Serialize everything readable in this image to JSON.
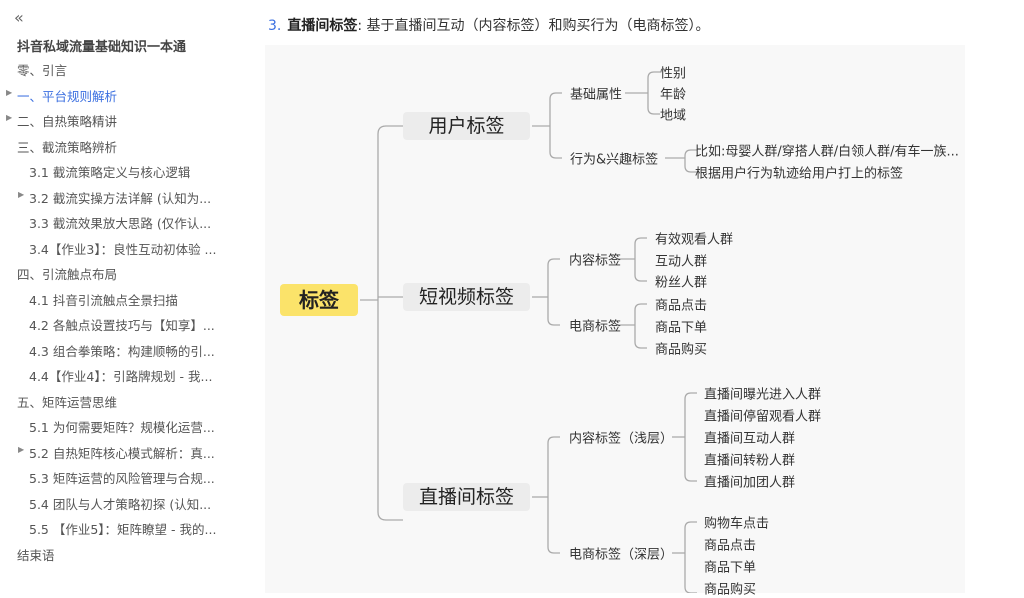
{
  "sidebar": {
    "collapse_icon": "double-chevron-left",
    "title": "抖音私域流量基础知识一本通",
    "items": [
      {
        "label": "零、引言",
        "level": 0,
        "expandable": false
      },
      {
        "label": "一、平台规则解析",
        "level": 0,
        "expandable": true,
        "active": true
      },
      {
        "label": "二、自热策略精讲",
        "level": 0,
        "expandable": true
      },
      {
        "label": "三、截流策略辨析",
        "level": 0,
        "expandable": false
      },
      {
        "label": "3.1 截流策略定义与核心逻辑",
        "level": 1,
        "expandable": false
      },
      {
        "label": "3.2 截流实操方法详解 (认知为...",
        "level": 1,
        "expandable": true
      },
      {
        "label": "3.3 截流效果放大思路 (仅作认...",
        "level": 1,
        "expandable": false
      },
      {
        "label": "3.4【作业3】：良性互动初体验 ...",
        "level": 1,
        "expandable": false
      },
      {
        "label": "四、引流触点布局",
        "level": 0,
        "expandable": false
      },
      {
        "label": "4.1 抖音引流触点全景扫描",
        "level": 1,
        "expandable": false
      },
      {
        "label": "4.2 各触点设置技巧与【知享】...",
        "level": 1,
        "expandable": false
      },
      {
        "label": "4.3 组合拳策略：构建顺畅的引...",
        "level": 1,
        "expandable": false
      },
      {
        "label": "4.4【作业4】：引路牌规划 - 我...",
        "level": 1,
        "expandable": false
      },
      {
        "label": "五、矩阵运营思维",
        "level": 0,
        "expandable": false
      },
      {
        "label": "5.1 为何需要矩阵？规模化运营...",
        "level": 1,
        "expandable": false
      },
      {
        "label": "5.2 自热矩阵核心模式解析：真...",
        "level": 1,
        "expandable": true
      },
      {
        "label": "5.3 矩阵运营的风险管理与合规...",
        "level": 1,
        "expandable": false
      },
      {
        "label": "5.4 团队与人才策略初探 (认知...",
        "level": 1,
        "expandable": false
      },
      {
        "label": "5.5 【作业5】：矩阵瞭望 - 我的...",
        "level": 1,
        "expandable": false
      },
      {
        "label": "结束语",
        "level": 0,
        "expandable": false
      }
    ]
  },
  "content": {
    "item3": {
      "num": "3.",
      "bold": "直播间标签",
      "text": ": 基于直播间互动（内容标签）和购买行为（电商标签）。"
    }
  },
  "mindmap": {
    "root": "标签",
    "user": {
      "label": "用户标签",
      "basic": "基础属性",
      "basic_leaves": [
        "性别",
        "年龄",
        "地域"
      ],
      "behavior": "行为&兴趣标签",
      "behavior_leaves": [
        "比如:母婴人群/穿搭人群/白领人群/有车一族...",
        "根据用户行为轨迹给用户打上的标签"
      ]
    },
    "video": {
      "label": "短视频标签",
      "content": "内容标签",
      "content_leaves": [
        "有效观看人群",
        "互动人群",
        "粉丝人群"
      ],
      "ecom": "电商标签",
      "ecom_leaves": [
        "商品点击",
        "商品下单",
        "商品购买"
      ]
    },
    "live": {
      "label": "直播间标签",
      "content": "内容标签（浅层）",
      "content_leaves": [
        "直播间曝光进入人群",
        "直播间停留观看人群",
        "直播间互动人群",
        "直播间转粉人群",
        "直播间加团人群"
      ],
      "ecom": "电商标签（深层）",
      "ecom_leaves": [
        "购物车点击",
        "商品点击",
        "商品下单",
        "商品购买"
      ]
    }
  },
  "colors": {
    "accent": "#3b6fe0",
    "root_fill": "#fbe36a",
    "node_fill": "#ececec"
  }
}
